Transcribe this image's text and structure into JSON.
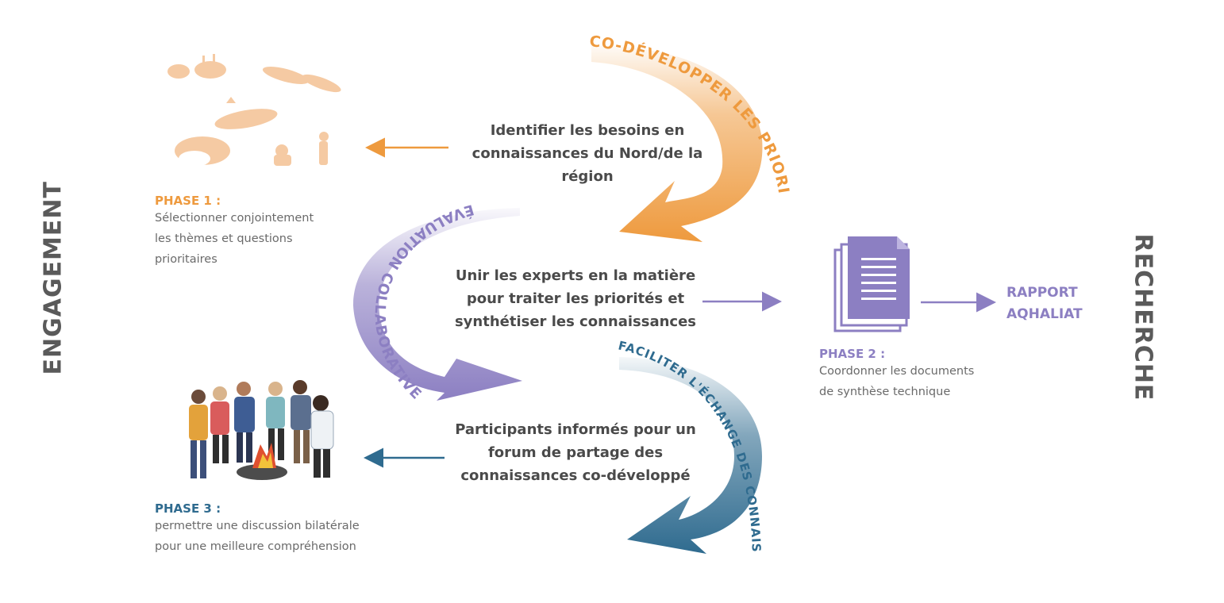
{
  "colors": {
    "orange": "#ee9a3e",
    "purple": "#8c7fc2",
    "blue": "#2f6b8f",
    "gray": "#5a5a5a"
  },
  "side_labels": {
    "left": "ENGAGEMENT",
    "right": "RECHERCHE"
  },
  "arcs": {
    "orange_label": "CO-DÉVELOPPER LES PRIORITÉS",
    "purple_label": "ÉVALUATION COLLABORATIVE",
    "blue_label": "FACILITER L'ÉCHANGE DES CONNAISSANCES"
  },
  "center_texts": {
    "top": [
      "Identifier les besoins en",
      "connaissances du Nord/de la région"
    ],
    "middle": [
      "Unir les experts en la matière",
      "pour traiter les priorités et",
      "synthétiser les connaissances"
    ],
    "bottom": [
      "Participants informés pour un",
      "forum de partage des",
      "connaissances co-développé"
    ]
  },
  "phases": {
    "phase1": {
      "title": "PHASE 1 :",
      "lines": [
        "Sélectionner conjointement",
        "les thèmes et questions",
        "prioritaires"
      ]
    },
    "phase2": {
      "title": "PHASE 2 :",
      "lines": [
        "Coordonner les documents",
        "de synthèse technique"
      ]
    },
    "phase3": {
      "title": "PHASE 3 :",
      "lines": [
        "permettre une discussion bilatérale",
        "pour une meilleure compréhension"
      ]
    }
  },
  "report": [
    "RAPPORT",
    "AQHALIAT"
  ],
  "icons": {
    "phase1_illustration": "arctic-wildlife-icon",
    "phase2_illustration": "document-stack-icon",
    "phase3_illustration": "people-campfire-icon"
  }
}
